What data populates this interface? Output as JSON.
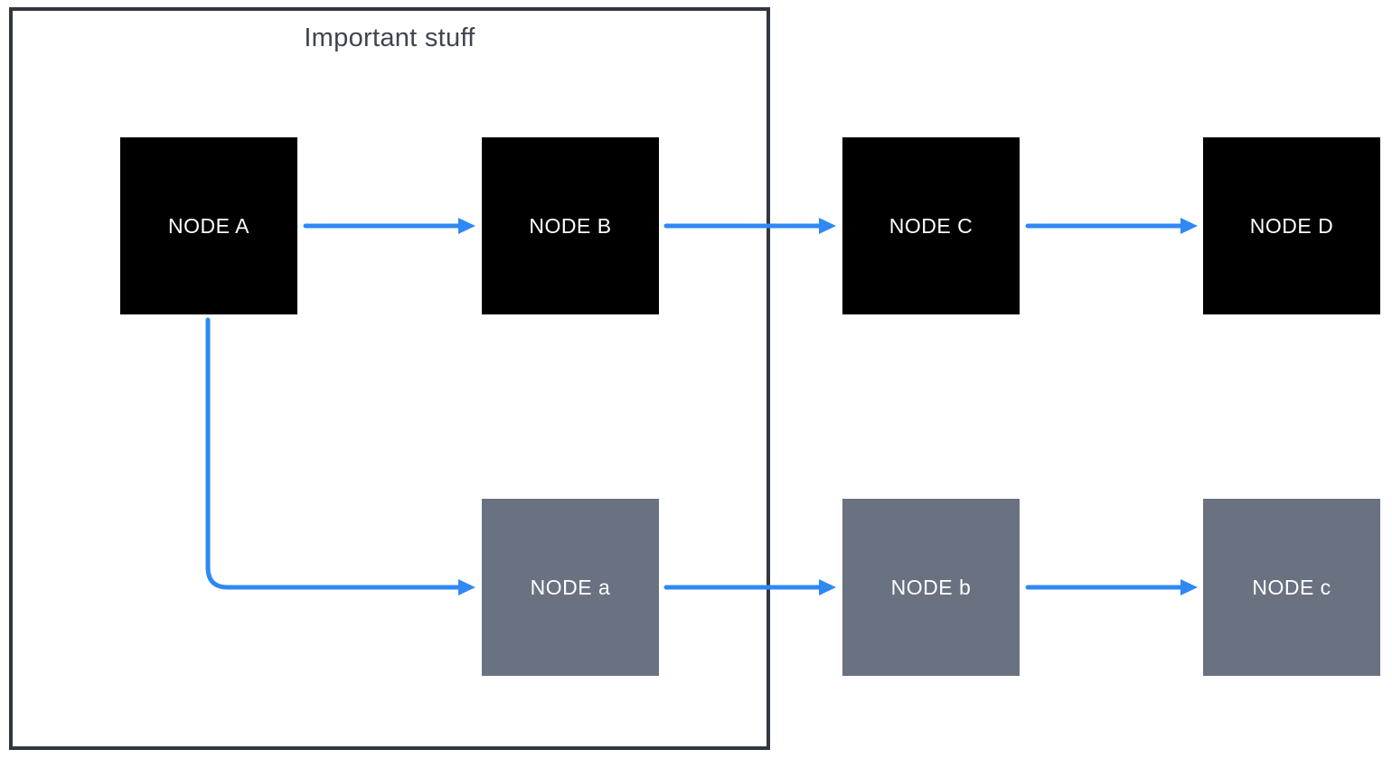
{
  "group": {
    "title": "Important stuff",
    "contains": [
      "A",
      "B",
      "a"
    ]
  },
  "nodes": [
    {
      "id": "A",
      "label": "NODE A",
      "variant": "black",
      "row": "top"
    },
    {
      "id": "B",
      "label": "NODE B",
      "variant": "black",
      "row": "top"
    },
    {
      "id": "C",
      "label": "NODE C",
      "variant": "black",
      "row": "top"
    },
    {
      "id": "D",
      "label": "NODE D",
      "variant": "black",
      "row": "top"
    },
    {
      "id": "a",
      "label": "NODE a",
      "variant": "gray",
      "row": "bottom"
    },
    {
      "id": "b",
      "label": "NODE b",
      "variant": "gray",
      "row": "bottom"
    },
    {
      "id": "c",
      "label": "NODE c",
      "variant": "gray",
      "row": "bottom"
    }
  ],
  "edges": [
    {
      "from": "A",
      "to": "B",
      "style": "straight"
    },
    {
      "from": "B",
      "to": "C",
      "style": "straight"
    },
    {
      "from": "C",
      "to": "D",
      "style": "straight"
    },
    {
      "from": "A",
      "to": "a",
      "style": "elbow-down-right"
    },
    {
      "from": "a",
      "to": "b",
      "style": "straight"
    },
    {
      "from": "b",
      "to": "c",
      "style": "straight"
    }
  ],
  "colors": {
    "node_black": "#000000",
    "node_gray": "#6a7282",
    "arrow": "#2f88f4",
    "group_border": "#31373f",
    "title_text": "#3e4551",
    "node_text": "#ffffff",
    "background": "#ffffff"
  }
}
